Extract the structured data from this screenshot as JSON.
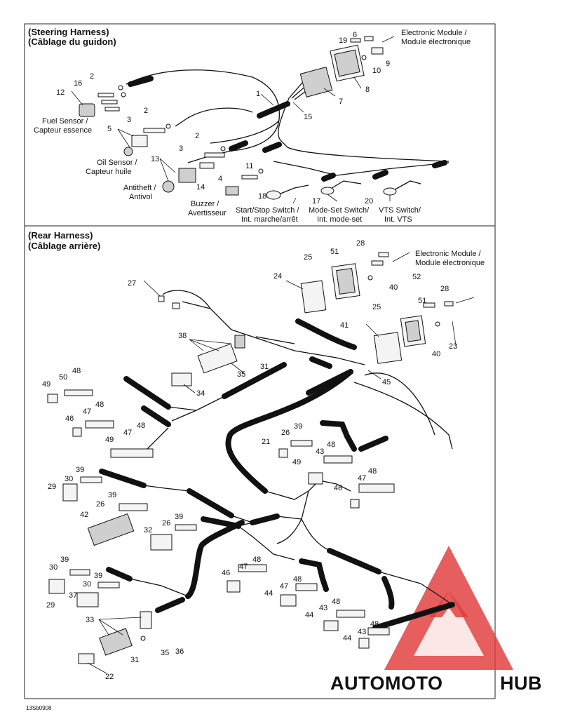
{
  "steering": {
    "title_en": "(Steering Harness)",
    "title_fr": "(Câblage du guidon)",
    "captions": {
      "electronic_module_1": "Electronic Module /",
      "electronic_module_2": "Module électronique",
      "fuel_sensor_1": "Fuel Sensor /",
      "fuel_sensor_2": "Capteur essence",
      "oil_sensor_1": "Oil Sensor /",
      "oil_sensor_2": "Capteur huile",
      "antitheft_1": "Antitheft /",
      "antitheft_2": "Antivol",
      "buzzer_1": "Buzzer /",
      "buzzer_2": "Avertisseur",
      "startstop_1": "Start/Stop Switch /",
      "startstop_2": "Int. marche/arrêt",
      "modeset_1": "Mode-Set Switch/",
      "modeset_2": "Int. mode-set",
      "vts_1": "VTS Switch/",
      "vts_2": "Int. VTS"
    },
    "callouts": [
      "19",
      "6",
      "10",
      "9",
      "8",
      "1",
      "7",
      "15",
      "2",
      "16",
      "12",
      "2",
      "3",
      "5",
      "2",
      "3",
      "13",
      "14",
      "11",
      "4",
      "18",
      "17",
      "20"
    ]
  },
  "rear": {
    "title_en": "(Rear Harness)",
    "title_fr": "(Câblage arrière)",
    "captions": {
      "electronic_module_1": "Electronic Module /",
      "electronic_module_2": "Module électronique"
    },
    "callouts": [
      "28",
      "51",
      "25",
      "52",
      "24",
      "40",
      "28",
      "27",
      "51",
      "25",
      "41",
      "23",
      "40",
      "38",
      "31",
      "35",
      "45",
      "48",
      "50",
      "49",
      "34",
      "47",
      "48",
      "46",
      "48",
      "47",
      "49",
      "39",
      "26",
      "21",
      "43",
      "48",
      "49",
      "48",
      "47",
      "46",
      "39",
      "30",
      "29",
      "39",
      "26",
      "42",
      "39",
      "26",
      "32",
      "39",
      "30",
      "39",
      "30",
      "29",
      "48",
      "47",
      "46",
      "48",
      "47",
      "44",
      "48",
      "43",
      "44",
      "37",
      "33",
      "48",
      "43",
      "44",
      "31",
      "35",
      "36",
      "22"
    ]
  },
  "doc_id": "13Sb0908",
  "watermark": {
    "part1": "AUTOMOTO",
    "part2": "HUB",
    "color_orange": "#f3a73b",
    "color_gray": "#777777",
    "color_red": "#e03a3a"
  }
}
